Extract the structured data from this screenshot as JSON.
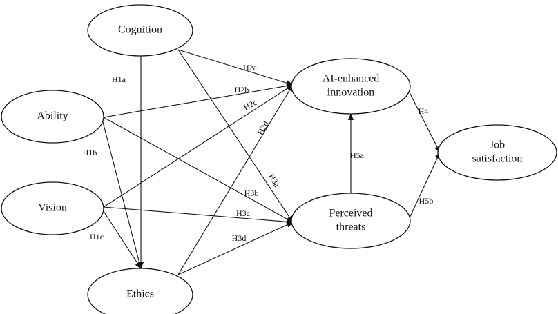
{
  "nodes": {
    "cognition": {
      "lines": [
        "Cognition"
      ]
    },
    "ability": {
      "lines": [
        "Ability"
      ]
    },
    "vision": {
      "lines": [
        "Vision"
      ]
    },
    "ethics": {
      "lines": [
        "Ethics"
      ]
    },
    "ai_innovation": {
      "lines": [
        "AI-enhanced",
        "innovation"
      ]
    },
    "perceived_threats": {
      "lines": [
        "Perceived",
        "threats"
      ]
    },
    "job_satisfaction": {
      "lines": [
        "Job",
        "satisfaction"
      ]
    }
  },
  "edges": [
    {
      "id": "h1a",
      "from": "cognition",
      "to": "ethics",
      "label": "H1a"
    },
    {
      "id": "h1b",
      "from": "ability",
      "to": "ethics",
      "label": "H1b"
    },
    {
      "id": "h1c",
      "from": "vision",
      "to": "ethics",
      "label": "H1c"
    },
    {
      "id": "h2a",
      "from": "cognition",
      "to": "ai_innovation",
      "label": "H2a"
    },
    {
      "id": "h2b",
      "from": "ability",
      "to": "ai_innovation",
      "label": "H2b"
    },
    {
      "id": "h2c",
      "from": "vision",
      "to": "ai_innovation",
      "label": "H2c"
    },
    {
      "id": "h2d",
      "from": "ethics",
      "to": "ai_innovation",
      "label": "H2d"
    },
    {
      "id": "h3a",
      "from": "cognition",
      "to": "perceived_threats",
      "label": "H3a"
    },
    {
      "id": "h3b",
      "from": "ability",
      "to": "perceived_threats",
      "label": "H3b"
    },
    {
      "id": "h3c",
      "from": "vision",
      "to": "perceived_threats",
      "label": "H3c"
    },
    {
      "id": "h3d",
      "from": "ethics",
      "to": "perceived_threats",
      "label": "H3d"
    },
    {
      "id": "h4",
      "from": "ai_innovation",
      "to": "job_satisfaction",
      "label": "H4"
    },
    {
      "id": "h5a",
      "from": "perceived_threats",
      "to": "ai_innovation",
      "label": "H5a"
    },
    {
      "id": "h5b",
      "from": "perceived_threats",
      "to": "job_satisfaction",
      "label": "H5b"
    }
  ]
}
